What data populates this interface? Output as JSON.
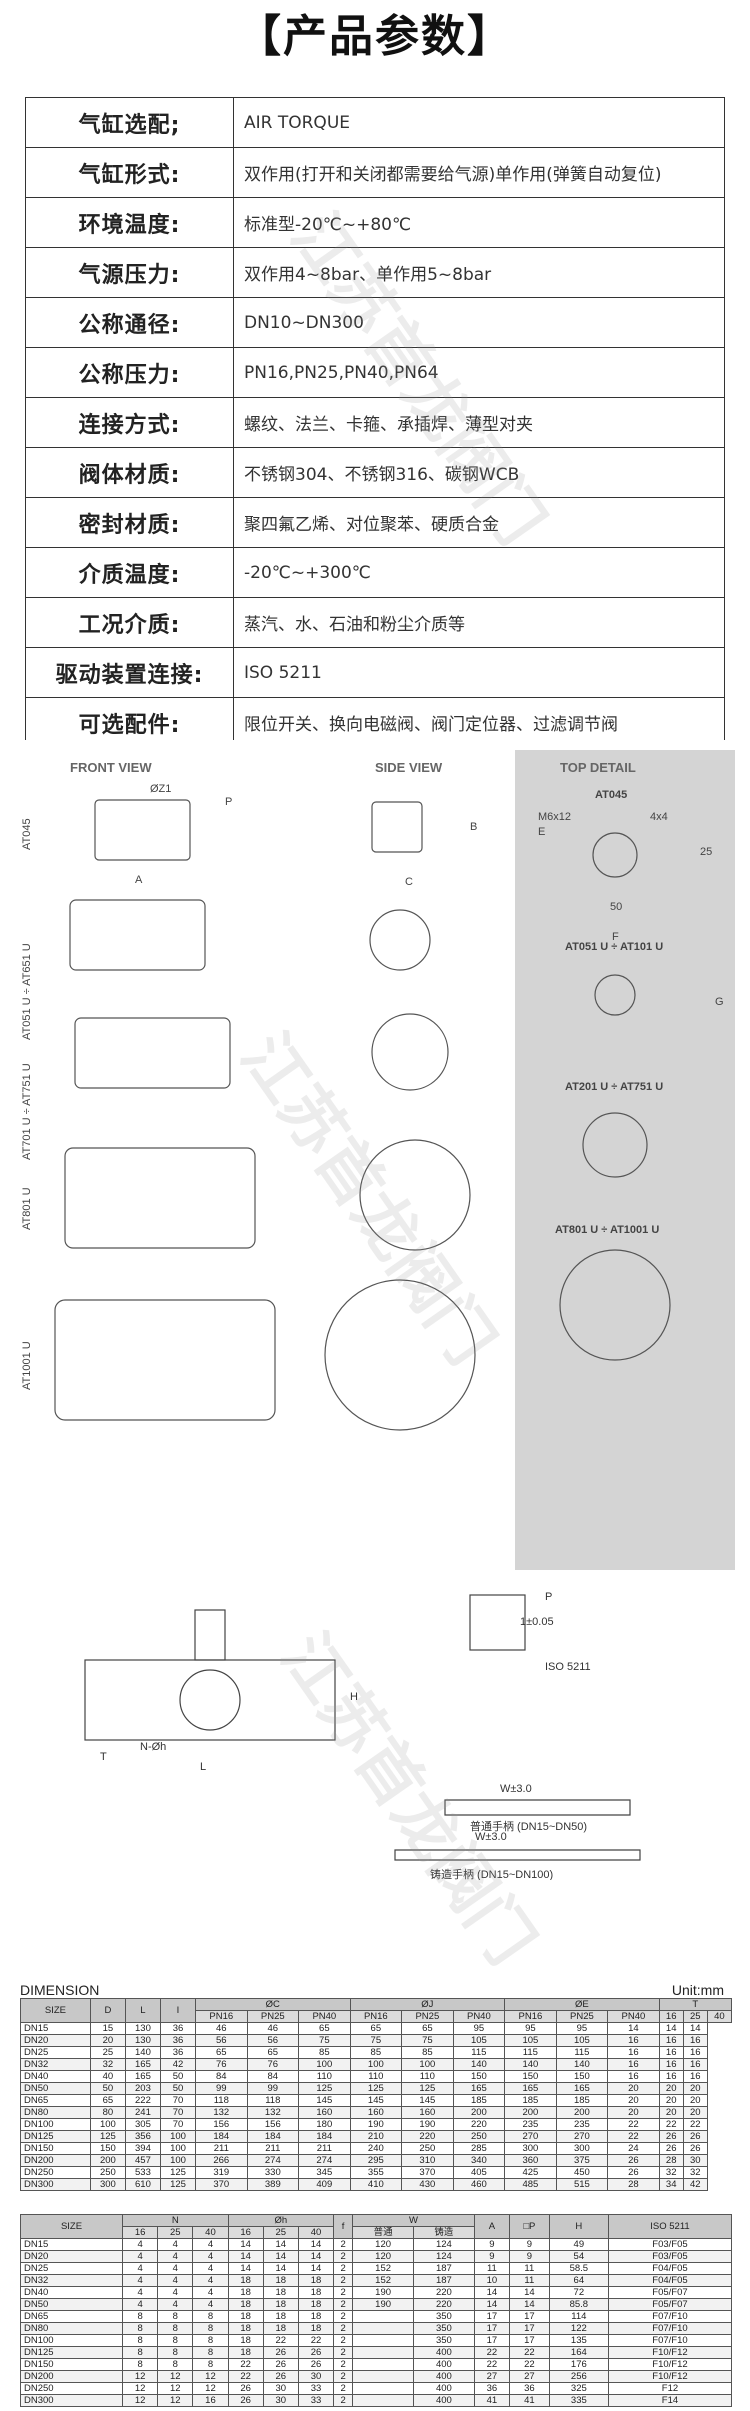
{
  "title": "【产品参数】",
  "params": [
    {
      "label": "气缸选配;",
      "value": "AIR TORQUE"
    },
    {
      "label": "气缸形式:",
      "value": "双作用(打开和关闭都需要给气源)单作用(弹簧自动复位)"
    },
    {
      "label": "环境温度:",
      "value": "标准型-20℃~+80℃"
    },
    {
      "label": "气源压力:",
      "value": "双作用4~8bar、单作用5~8bar"
    },
    {
      "label": "公称通径:",
      "value": "DN10~DN300"
    },
    {
      "label": "公称压力:",
      "value": "PN16,PN25,PN40,PN64"
    },
    {
      "label": "连接方式:",
      "value": "螺纹、法兰、卡箍、承插焊、薄型对夹"
    },
    {
      "label": "阀体材质:",
      "value": "不锈钢304、不锈钢316、碳钢WCB"
    },
    {
      "label": "密封材质:",
      "value": "聚四氟乙烯、对位聚苯、硬质合金"
    },
    {
      "label": "介质温度:",
      "value": "-20℃~+300℃"
    },
    {
      "label": "工况介质:",
      "value": "蒸汽、水、石油和粉尘介质等"
    },
    {
      "label": "驱动装置连接:",
      "value": "ISO 5211"
    },
    {
      "label": "可选配件:",
      "value": "限位开关、换向电磁阀、阀门定位器、过滤调节阀"
    }
  ],
  "watermark": "江苏首龙阀门",
  "drawing": {
    "front_view": "FRONT VIEW",
    "side_view": "SIDE VIEW",
    "top_detail": "TOP DETAIL",
    "rows": [
      "AT045",
      "AT051 U ÷ AT651 U",
      "AT701 U ÷ AT751 U",
      "AT801 U",
      "AT1001 U"
    ],
    "details": [
      "AT045",
      "AT051 U ÷ AT101 U",
      "AT201 U ÷ AT751 U",
      "AT801 U ÷ AT1001 U"
    ],
    "dim_labels": {
      "a": "A",
      "b": "B",
      "c": "C",
      "f": "F",
      "g": "G",
      "e": "E",
      "p": "P",
      "z": "ØZ1",
      "m": "M6x12",
      "x": "4x4",
      "d50": "50",
      "d25": "25"
    },
    "valve": {
      "iso": "ISO 5211",
      "w1": "W±3.0",
      "handle1": "普通手柄 (DN15~DN50)",
      "handle2": "铸造手柄 (DN15~DN100)",
      "l": "L",
      "h": "H",
      "t": "T",
      "nphi": "N-Øh",
      "i": "1±0.05",
      "w2": "W±3.0",
      "plabel": "P"
    }
  },
  "dimension": {
    "title": "DIMENSION",
    "unit": "Unit:mm",
    "t1_head": [
      "SIZE",
      "D",
      "L",
      "I",
      "ØC",
      "ØJ",
      "ØE",
      "T"
    ],
    "t1_sub": [
      "PN16",
      "PN25",
      "PN40",
      "PN16",
      "PN25",
      "PN40",
      "PN16",
      "PN25",
      "PN40",
      "16",
      "25",
      "40"
    ],
    "t1_rows": [
      [
        "DN15",
        "15",
        "130",
        "36",
        "46",
        "46",
        "65",
        "65",
        "65",
        "95",
        "95",
        "95",
        "14",
        "14",
        "14"
      ],
      [
        "DN20",
        "20",
        "130",
        "36",
        "56",
        "56",
        "75",
        "75",
        "75",
        "105",
        "105",
        "105",
        "16",
        "16",
        "16"
      ],
      [
        "DN25",
        "25",
        "140",
        "36",
        "65",
        "65",
        "85",
        "85",
        "85",
        "115",
        "115",
        "115",
        "16",
        "16",
        "16"
      ],
      [
        "DN32",
        "32",
        "165",
        "42",
        "76",
        "76",
        "100",
        "100",
        "100",
        "140",
        "140",
        "140",
        "16",
        "16",
        "16"
      ],
      [
        "DN40",
        "40",
        "165",
        "50",
        "84",
        "84",
        "110",
        "110",
        "110",
        "150",
        "150",
        "150",
        "16",
        "16",
        "16"
      ],
      [
        "DN50",
        "50",
        "203",
        "50",
        "99",
        "99",
        "125",
        "125",
        "125",
        "165",
        "165",
        "165",
        "20",
        "20",
        "20"
      ],
      [
        "DN65",
        "65",
        "222",
        "70",
        "118",
        "118",
        "145",
        "145",
        "145",
        "185",
        "185",
        "185",
        "20",
        "20",
        "20"
      ],
      [
        "DN80",
        "80",
        "241",
        "70",
        "132",
        "132",
        "160",
        "160",
        "160",
        "200",
        "200",
        "200",
        "20",
        "20",
        "20"
      ],
      [
        "DN100",
        "100",
        "305",
        "70",
        "156",
        "156",
        "180",
        "190",
        "190",
        "220",
        "235",
        "235",
        "22",
        "22",
        "22"
      ],
      [
        "DN125",
        "125",
        "356",
        "100",
        "184",
        "184",
        "184",
        "210",
        "220",
        "250",
        "270",
        "270",
        "22",
        "26",
        "26"
      ],
      [
        "DN150",
        "150",
        "394",
        "100",
        "211",
        "211",
        "211",
        "240",
        "250",
        "285",
        "300",
        "300",
        "24",
        "26",
        "26"
      ],
      [
        "DN200",
        "200",
        "457",
        "100",
        "266",
        "274",
        "274",
        "295",
        "310",
        "340",
        "360",
        "375",
        "26",
        "28",
        "30"
      ],
      [
        "DN250",
        "250",
        "533",
        "125",
        "319",
        "330",
        "345",
        "355",
        "370",
        "405",
        "425",
        "450",
        "26",
        "32",
        "32"
      ],
      [
        "DN300",
        "300",
        "610",
        "125",
        "370",
        "389",
        "409",
        "410",
        "430",
        "460",
        "485",
        "515",
        "28",
        "34",
        "42"
      ]
    ],
    "t2_head": [
      "SIZE",
      "N",
      "Øh",
      "f",
      "W",
      "A",
      "□P",
      "H",
      "ISO 5211"
    ],
    "t2_sub": [
      "16",
      "25",
      "40",
      "16",
      "25",
      "40",
      "普通",
      "铸造"
    ],
    "t2_rows": [
      [
        "DN15",
        "4",
        "4",
        "4",
        "14",
        "14",
        "14",
        "2",
        "120",
        "124",
        "9",
        "9",
        "49",
        "F03/F05"
      ],
      [
        "DN20",
        "4",
        "4",
        "4",
        "14",
        "14",
        "14",
        "2",
        "120",
        "124",
        "9",
        "9",
        "54",
        "F03/F05"
      ],
      [
        "DN25",
        "4",
        "4",
        "4",
        "14",
        "14",
        "14",
        "2",
        "152",
        "187",
        "11",
        "11",
        "58.5",
        "F04/F05"
      ],
      [
        "DN32",
        "4",
        "4",
        "4",
        "18",
        "18",
        "18",
        "2",
        "152",
        "187",
        "10",
        "11",
        "64",
        "F04/F05"
      ],
      [
        "DN40",
        "4",
        "4",
        "4",
        "18",
        "18",
        "18",
        "2",
        "190",
        "220",
        "14",
        "14",
        "72",
        "F05/F07"
      ],
      [
        "DN50",
        "4",
        "4",
        "4",
        "18",
        "18",
        "18",
        "2",
        "190",
        "220",
        "14",
        "14",
        "85.8",
        "F05/F07"
      ],
      [
        "DN65",
        "8",
        "8",
        "8",
        "18",
        "18",
        "18",
        "2",
        "",
        "350",
        "17",
        "17",
        "114",
        "F07/F10"
      ],
      [
        "DN80",
        "8",
        "8",
        "8",
        "18",
        "18",
        "18",
        "2",
        "",
        "350",
        "17",
        "17",
        "122",
        "F07/F10"
      ],
      [
        "DN100",
        "8",
        "8",
        "8",
        "18",
        "22",
        "22",
        "2",
        "",
        "350",
        "17",
        "17",
        "135",
        "F07/F10"
      ],
      [
        "DN125",
        "8",
        "8",
        "8",
        "18",
        "26",
        "26",
        "2",
        "",
        "400",
        "22",
        "22",
        "164",
        "F10/F12"
      ],
      [
        "DN150",
        "8",
        "8",
        "8",
        "22",
        "26",
        "26",
        "2",
        "",
        "400",
        "22",
        "22",
        "176",
        "F10/F12"
      ],
      [
        "DN200",
        "12",
        "12",
        "12",
        "22",
        "26",
        "30",
        "2",
        "",
        "400",
        "27",
        "27",
        "256",
        "F10/F12"
      ],
      [
        "DN250",
        "12",
        "12",
        "12",
        "26",
        "30",
        "33",
        "2",
        "",
        "400",
        "36",
        "36",
        "325",
        "F12"
      ],
      [
        "DN300",
        "12",
        "12",
        "16",
        "26",
        "30",
        "33",
        "2",
        "",
        "400",
        "41",
        "41",
        "335",
        "F14"
      ]
    ]
  }
}
